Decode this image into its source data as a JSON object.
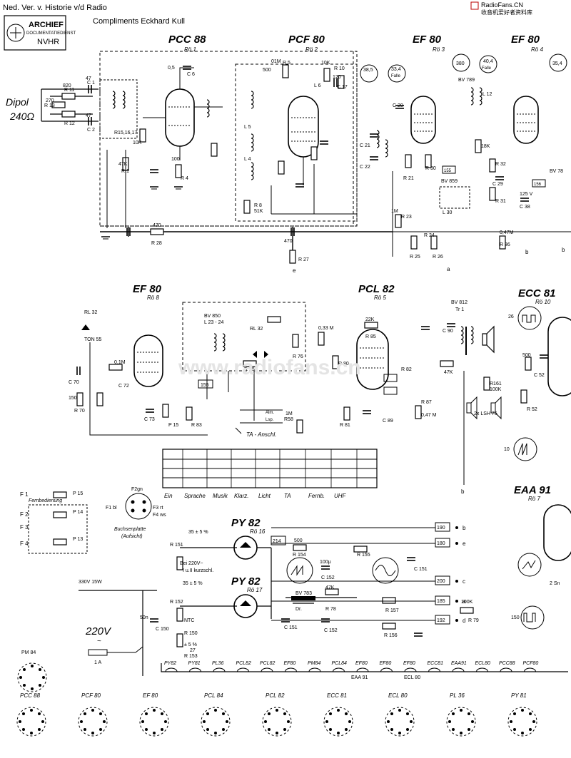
{
  "header": {
    "archive_line": "Ned. Ver. v. Historie v/d Radio",
    "compliments": "Compliments Eckhard Kull",
    "stamp_title": "ARCHIEF",
    "stamp_sub": "DOCUMENTATIEDIENST",
    "stamp_org": "NVHR",
    "site_url": "RadioFans.CN",
    "site_tagline": "收音机爱好者资料库",
    "watermark": "www.radiofans.cn"
  },
  "antenna": {
    "label": "Dipol",
    "impedance": "240Ω"
  },
  "tubes": {
    "pcc88": {
      "name": "PCC 88",
      "ref": "Rö 1"
    },
    "pcf80": {
      "name": "PCF 80",
      "ref": "Rö 2"
    },
    "ef80a": {
      "name": "EF 80",
      "ref": "Rö 3"
    },
    "ef80b": {
      "name": "EF 80",
      "ref": "Rö 4"
    },
    "ef80c": {
      "name": "EF 80",
      "ref": "Rö 8"
    },
    "pcl82": {
      "name": "PCL 82",
      "ref": "Rö 5"
    },
    "ecc81": {
      "name": "ECC 81",
      "ref": "Rö 10"
    },
    "eaa91": {
      "name": "EAA 91",
      "ref": "Rö 7"
    },
    "py82a": {
      "name": "PY 82",
      "ref": "Rö 16"
    },
    "py82b": {
      "name": "PY 82",
      "ref": "Rö 17"
    }
  },
  "components": {
    "r11": "R 11",
    "r12": "R 12",
    "r13": "R 13",
    "c1": "C 1",
    "c2": "C 2",
    "v47a": "47",
    "v47b": "47",
    "v820": "820",
    "v270": "270",
    "r15": "R15,16,17",
    "v10k": "10K",
    "r1": "R 1",
    "v47k": "47K",
    "r28": "R 28",
    "v470": "470",
    "r27": "R 27",
    "v470b": "470",
    "v05p": "0,5",
    "c6": "C 6",
    "v100": "100",
    "r4": "R 4",
    "v01m": "01M",
    "r5": "R 5",
    "r10": "R 10",
    "v10k2": "10K",
    "v120": "120",
    "c17": "C 17",
    "v500": "500",
    "l5": "L 5",
    "l4": "L 4",
    "l6": "L 6",
    "r8": "R 8",
    "v51k": "51K",
    "v385": "38,5",
    "v334": "33,4",
    "falle": "Falle",
    "c20": "C 20",
    "c21": "C 21",
    "c22": "C 22",
    "r21": "R 21",
    "r30": "R 30",
    "v380": "380",
    "v404": "40,4",
    "bv789": "BV 789",
    "l12": "L 12",
    "v18k": "18K",
    "r32": "R 32",
    "r31": "R 31",
    "c29": "C 29",
    "v125v": "125 V",
    "c38": "C 38",
    "l30": "L 30",
    "bv859": "BV 859",
    "v155": "155",
    "v156": "156",
    "r23": "R 23",
    "r24": "R 24",
    "r25": "R 25",
    "r26": "R 26",
    "r36": "R 36",
    "v047m": "0,47M",
    "v1m": "1M",
    "v354": "35,4",
    "bv78": "BV 78",
    "rl32": "RL 32",
    "ton55": "TON 55",
    "r70": "R 70",
    "v150": "150",
    "c70": "C 70",
    "c72": "C 72",
    "v01m2": "0,1M",
    "bv850": "BV 850",
    "l2324": "L 23 - 24",
    "r75": "R 75",
    "r76": "R 76",
    "c73": "C 73",
    "p15": "P 15",
    "r83": "R 83",
    "v22k": "22K",
    "r85": "R 85",
    "v330m": "0,33 M",
    "r80": "R 80",
    "r81": "R 81",
    "r82": "R 82",
    "r87": "R 87",
    "v047m2": "0,47 M",
    "c89": "C 89",
    "c90": "C 90",
    "bv812": "BV 812",
    "tr1": "Tr 1",
    "v47k2": "47K",
    "r161": "R161",
    "v100k": "100K",
    "lsh75": "2x LSH 75",
    "v500b": "500",
    "r52": "R 52",
    "c52": "C 52",
    "ta_conn": "TA - Anschl.",
    "r58": "R58",
    "v1m58": "1M",
    "alm": "Alm.",
    "lsp": "Lsp."
  },
  "switch_labels": [
    "Ein",
    "Sprache",
    "Musik",
    "Klarz.",
    "Licht",
    "TA",
    "Fernb.",
    "UHF"
  ],
  "remote": {
    "title": "Fernbedienung",
    "pots": [
      "P 15",
      "P 14",
      "P 13"
    ],
    "ports": [
      "F 1",
      "F 2",
      "F 3",
      "F 4"
    ]
  },
  "socket": {
    "title": "Buchsenplatte",
    "sub": "(Aufsicht)",
    "pins": [
      "F2gn",
      "F1 bl",
      "F3 rt",
      "F4 ws"
    ]
  },
  "power": {
    "mains": "220V",
    "fuse": "1 A",
    "ac_sym": "~",
    "v330": "330V 15W",
    "r151": "R 151",
    "r152": "R 152",
    "r150": "R 150",
    "r153": "R 153",
    "ntc": "NTC",
    "note_a": "Bei 220V~",
    "note_b": "I u.II kurzschl.",
    "v35": "35 ± 5 %",
    "v35b": "35 ± 5 %",
    "pct5": "± 5 %",
    "v27": "27",
    "c150": "C 150",
    "v50n": "50n",
    "r154": "R 154",
    "r155": "R 155",
    "r156": "R 156",
    "r157": "R 157",
    "r78": "R 78",
    "r79": "R 79",
    "c151": "C 151",
    "c152": "C 152",
    "dr": "Dr.",
    "bv783": "BV 783",
    "v214": "214",
    "v500": "500",
    "v100u": "100μ",
    "v47k": "47K",
    "v100k": "100K",
    "v150": "150",
    "rails": [
      "190",
      "180",
      "200",
      "185",
      "192"
    ],
    "rail_letters": [
      "b",
      "e",
      "c",
      "a",
      "d"
    ]
  },
  "filament_chain": [
    "PY82",
    "PY81",
    "PL36",
    "PCL82",
    "PCL82",
    "EF80",
    "PM84",
    "PCL84",
    "EF80",
    "EF80",
    "EF80",
    "ECC81",
    "EAA91",
    "ECL80",
    "PCC88",
    "PCF80"
  ],
  "filament_sub": [
    "EAA 91",
    "ECL 80"
  ],
  "bases_top": [
    "PM 84"
  ],
  "bases": [
    "PCC 88",
    "PCF 80",
    "EF 80",
    "PCL 84",
    "PCL 82",
    "ECC 81",
    "ECL 80",
    "PL 36",
    "PY 81"
  ],
  "wave_nodes": {
    "n1": "10",
    "n2": "26",
    "n3": "150",
    "n4": "2 Sn"
  }
}
